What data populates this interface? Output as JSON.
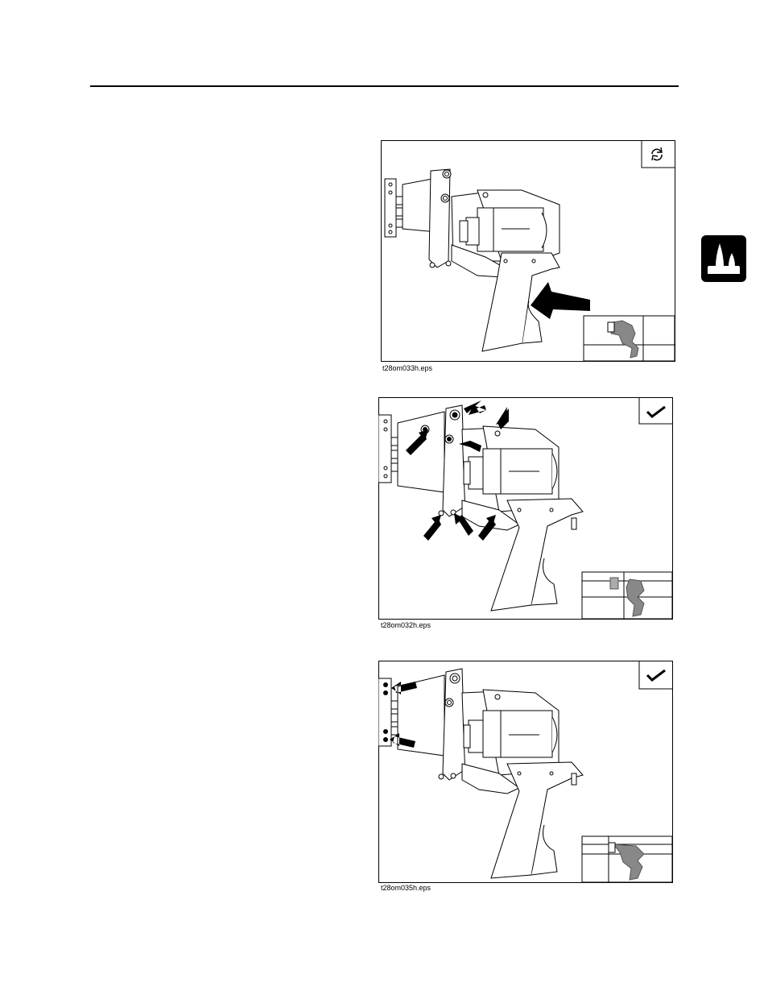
{
  "figures": [
    {
      "caption": "t28om033h.eps",
      "corner_icon": "rotate-arrows-icon",
      "arrow_count": 1
    },
    {
      "caption": "t28om032h.eps",
      "corner_icon": "checkmark-icon",
      "arrow_count": 7
    },
    {
      "caption": "t28om035h.eps",
      "corner_icon": "checkmark-icon",
      "arrow_count": 2
    }
  ],
  "section_tab": {
    "icon": "oil-drops-icon",
    "color": "#000000"
  }
}
